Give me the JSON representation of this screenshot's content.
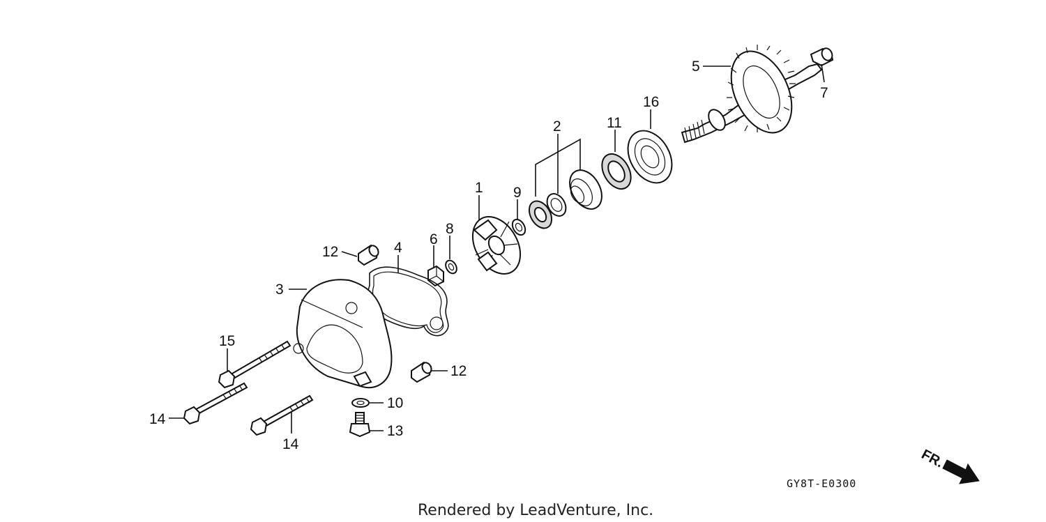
{
  "diagram": {
    "callouts": [
      {
        "id": "1",
        "text": "1"
      },
      {
        "id": "2",
        "text": "2"
      },
      {
        "id": "3",
        "text": "3"
      },
      {
        "id": "4",
        "text": "4"
      },
      {
        "id": "5",
        "text": "5"
      },
      {
        "id": "6",
        "text": "6"
      },
      {
        "id": "7",
        "text": "7"
      },
      {
        "id": "8",
        "text": "8"
      },
      {
        "id": "9",
        "text": "9"
      },
      {
        "id": "10",
        "text": "10"
      },
      {
        "id": "11",
        "text": "11"
      },
      {
        "id": "12a",
        "text": "12"
      },
      {
        "id": "12b",
        "text": "12"
      },
      {
        "id": "13",
        "text": "13"
      },
      {
        "id": "14a",
        "text": "14"
      },
      {
        "id": "14b",
        "text": "14"
      },
      {
        "id": "15",
        "text": "15"
      },
      {
        "id": "16",
        "text": "16"
      }
    ],
    "direction_label": "FR.",
    "diagram_code": "GY8T-E0300",
    "footer": "Rendered by LeadVenture, Inc."
  }
}
